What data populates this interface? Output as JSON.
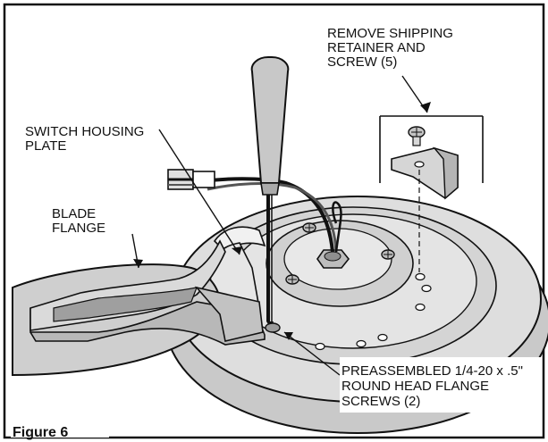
{
  "figure": {
    "caption": "Figure 6"
  },
  "callouts": {
    "shipping_retainer": {
      "line1": "REMOVE SHIPPING",
      "line2": "RETAINER AND",
      "line3": "SCREW (5)"
    },
    "switch_housing": {
      "line1": "SWITCH HOUSING",
      "line2": "PLATE"
    },
    "blade_flange": {
      "line1": "BLADE",
      "line2": "FLANGE"
    },
    "flange_screws": {
      "line1": "PREASSEMBLED 1/4-20 x .5\"",
      "line2": "ROUND HEAD FLANGE",
      "line3": "SCREWS (2)"
    }
  },
  "colors": {
    "outline": "#111111",
    "light_fill": "#d9d9d9",
    "mid_fill": "#c4c4c4",
    "dark_fill": "#9a9a9a",
    "paper": "#ffffff"
  }
}
